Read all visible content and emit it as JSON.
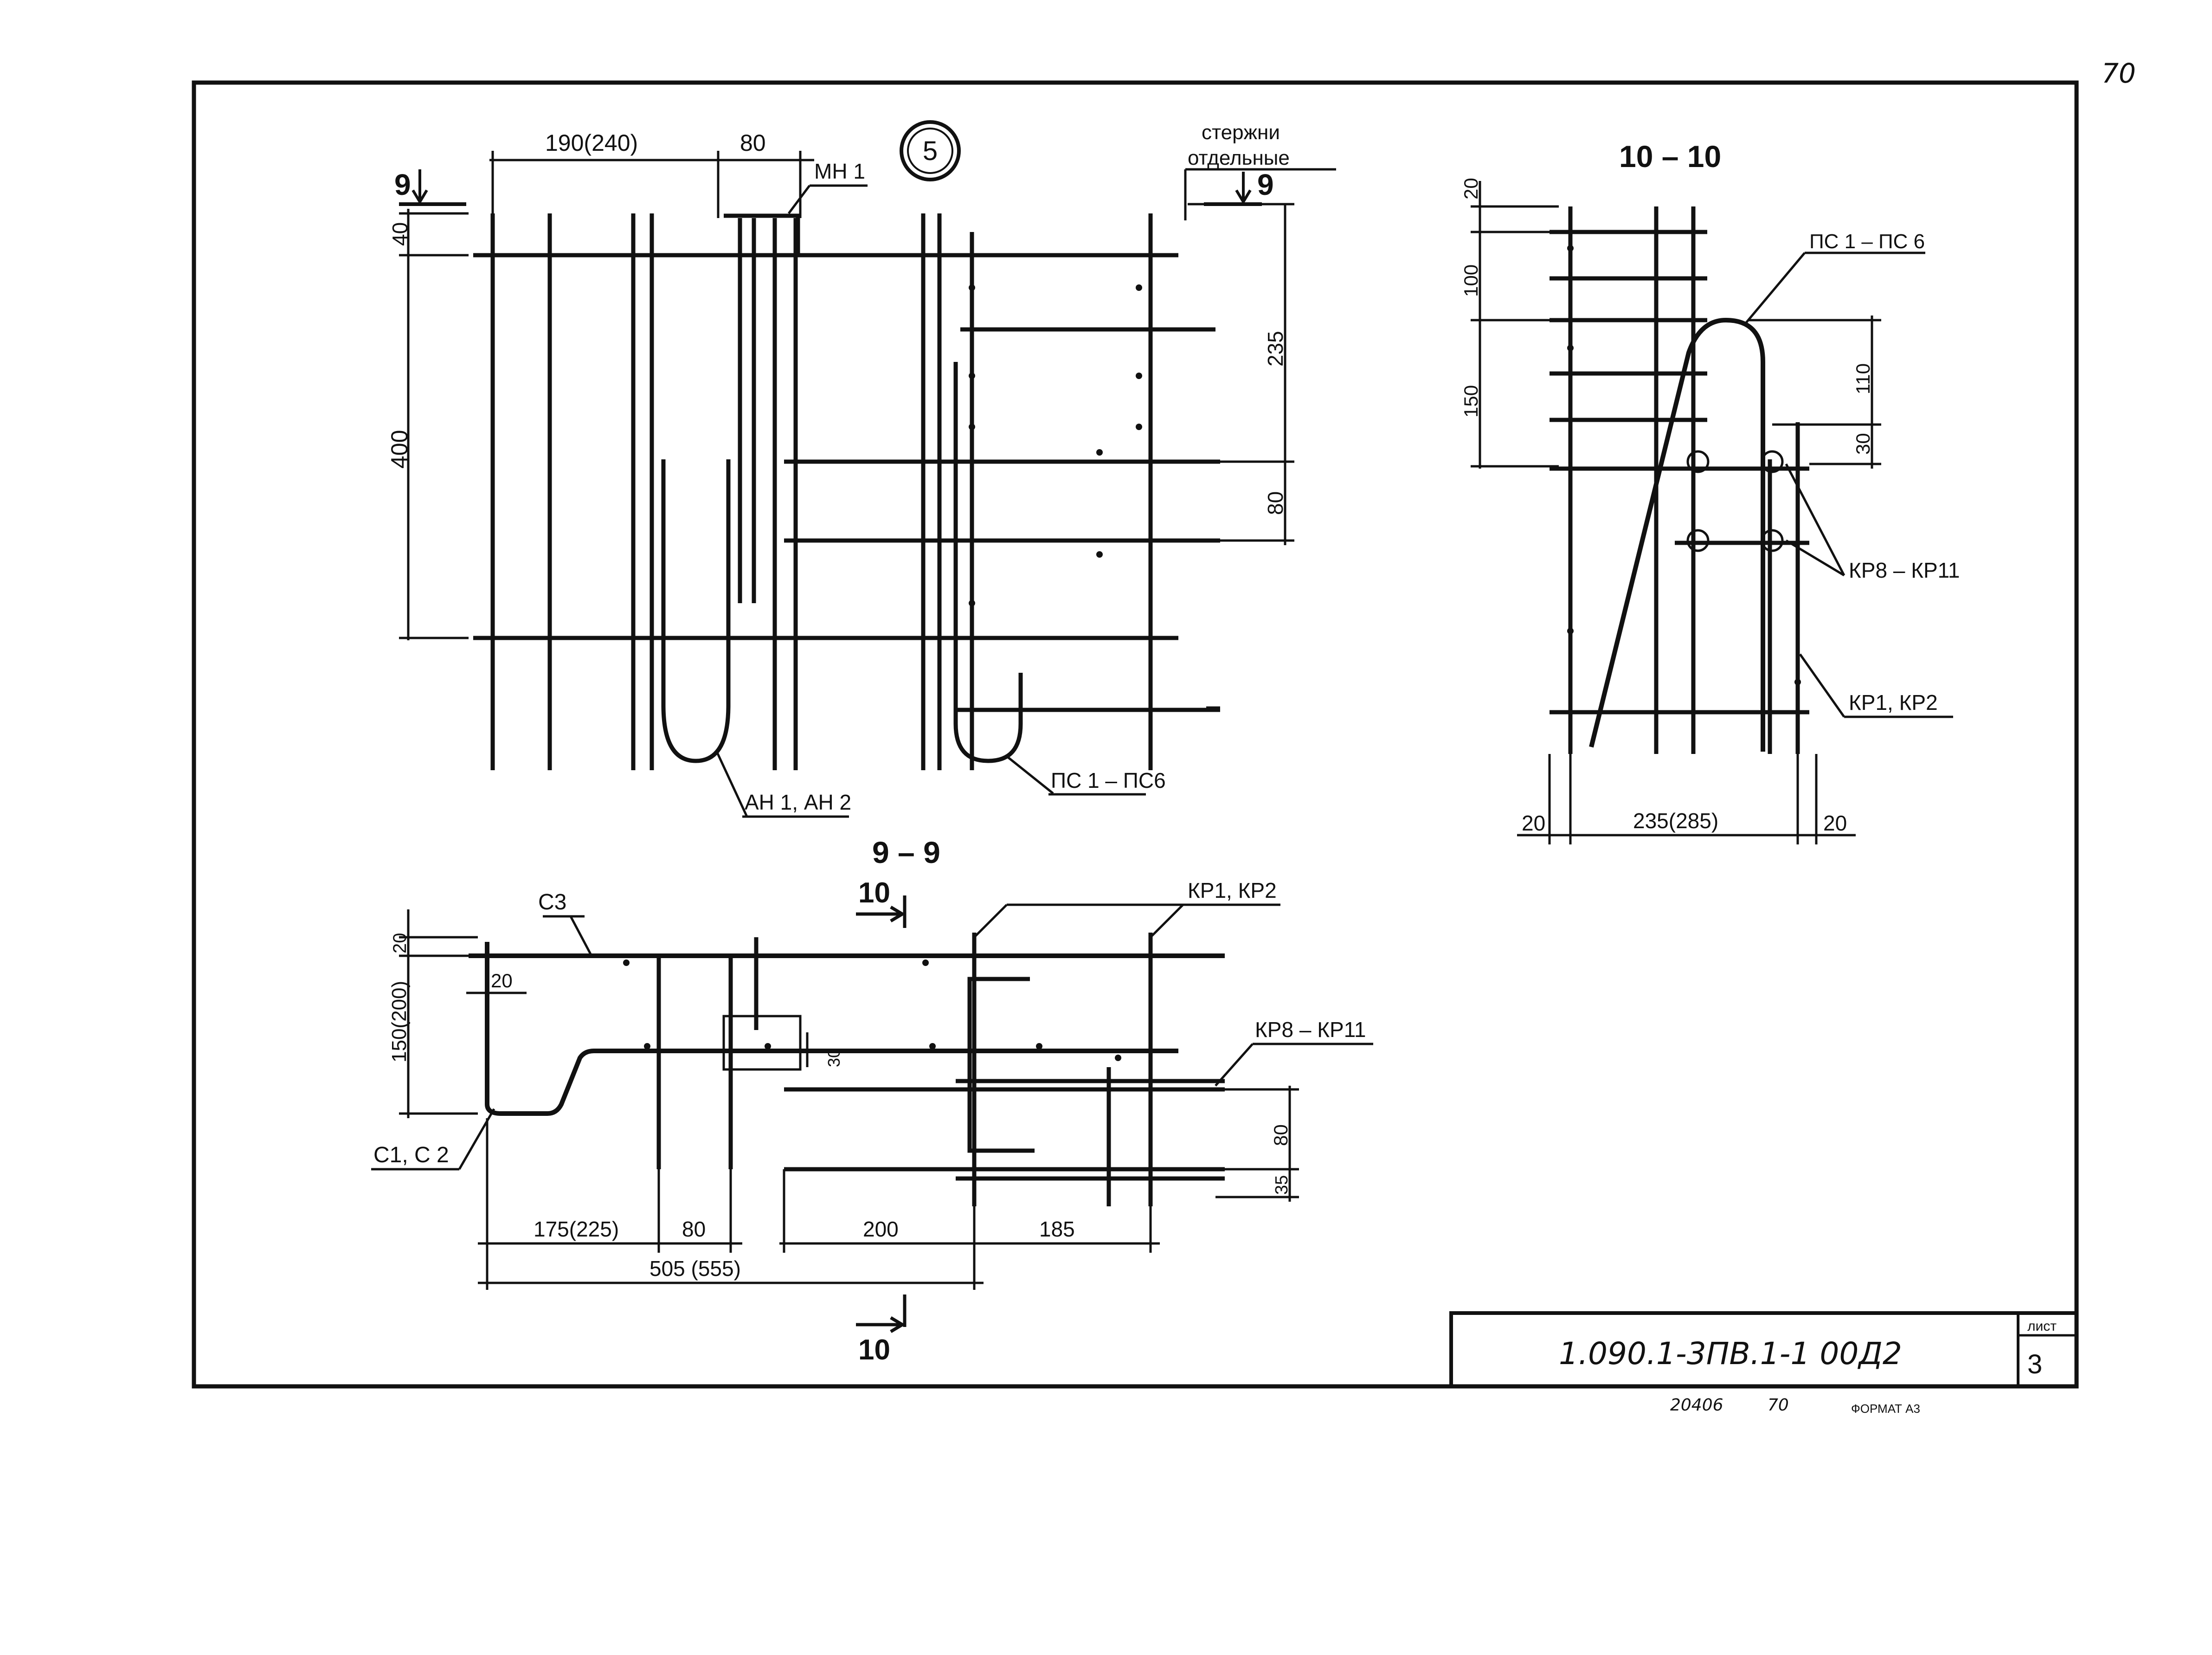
{
  "page_number": "70",
  "detail_marker": "5",
  "title_block": {
    "doc_code": "1.090.1-3ПВ.1-1   00Д2",
    "sheet_label": "лист",
    "sheet_number": "3",
    "footer_num1": "20406",
    "footer_num2": "70",
    "format_label": "ФОРМАТ А3"
  },
  "plan_view": {
    "dims": {
      "top_190": "190(240)",
      "top_80": "80",
      "left_40": "40",
      "left_400": "400",
      "right_235": "235",
      "right_80": "80"
    },
    "labels": {
      "mn1": "МН 1",
      "rods_line1": "стержни",
      "rods_line2": "отдельные",
      "an": "АН 1, АН 2",
      "ps": "ПС 1 – ПС6"
    },
    "section_marks": {
      "left": "9",
      "right": "9"
    }
  },
  "section_10": {
    "title": "10 – 10",
    "dims": {
      "d20_top": "20",
      "d100": "100",
      "d150": "150",
      "d110": "110",
      "d30": "30",
      "d20_left": "20",
      "d235": "235(285)",
      "d20_right": "20"
    },
    "labels": {
      "ps": "ПС 1 – ПС 6",
      "kr8": "КР8 – КР11",
      "kr1": "КР1, КР2"
    }
  },
  "section_9": {
    "title": "9 – 9",
    "dims": {
      "d20_top": "20",
      "d150": "150(200)",
      "d20_small": "20",
      "d30": "30",
      "d175": "175(225)",
      "d80": "80",
      "d200": "200",
      "d185": "185",
      "d505": "505 (555)",
      "d80_right": "80",
      "d35_right": "35"
    },
    "labels": {
      "c3": "С3",
      "kr1": "КР1, КР2",
      "kr8": "КР8 – КР11",
      "c1": "С1, С 2"
    },
    "section_marks": {
      "top": "10",
      "bottom": "10"
    }
  }
}
